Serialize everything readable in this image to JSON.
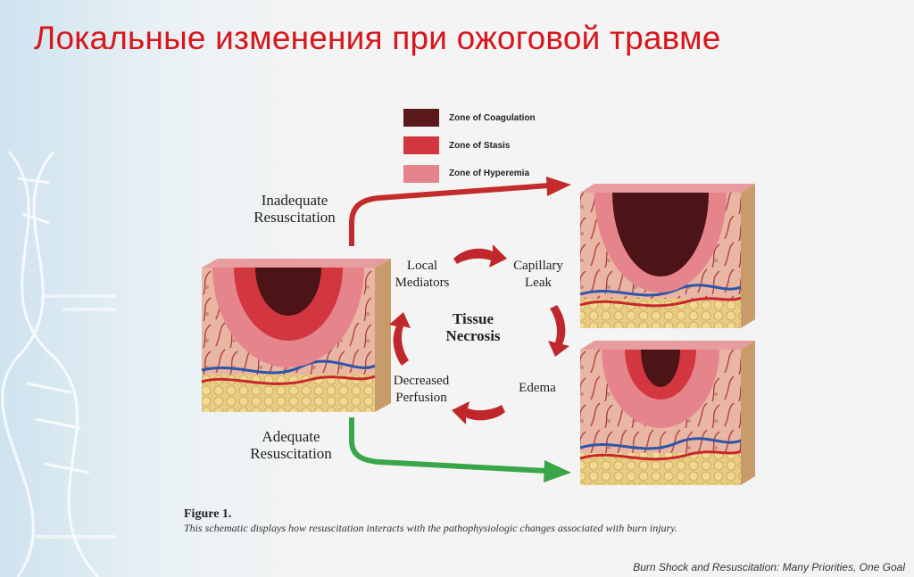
{
  "slide": {
    "title": "Локальные изменения при ожоговой травме",
    "source": "Burn Shock and Resuscitation: Many Priorities, One Goal"
  },
  "legend": [
    {
      "label": "Zone of Coagulation",
      "color": "#5a1a1c"
    },
    {
      "label": "Zone of Stasis",
      "color": "#d2363e"
    },
    {
      "label": "Zone of Hyperemia",
      "color": "#e6848c"
    }
  ],
  "diagram": {
    "inadequate_line1": "Inadequate",
    "inadequate_line2": "Resuscitation",
    "adequate_line1": "Adequate",
    "adequate_line2": "Resuscitation",
    "center_line1": "Tissue",
    "center_line2": "Necrosis",
    "cycle": {
      "local_mediators_1": "Local",
      "local_mediators_2": "Mediators",
      "capillary_leak_1": "Capillary",
      "capillary_leak_2": "Leak",
      "edema": "Edema",
      "decreased_perfusion_1": "Decreased",
      "decreased_perfusion_2": "Perfusion"
    },
    "colors": {
      "inadequate_arrow": "#c42b2b",
      "adequate_arrow": "#3aa64a",
      "cycle_arrow": "#c0272d"
    }
  },
  "caption": {
    "title": "Figure 1.",
    "text": "This schematic displays how resuscitation interacts with the pathophysiologic changes associated with burn injury."
  }
}
